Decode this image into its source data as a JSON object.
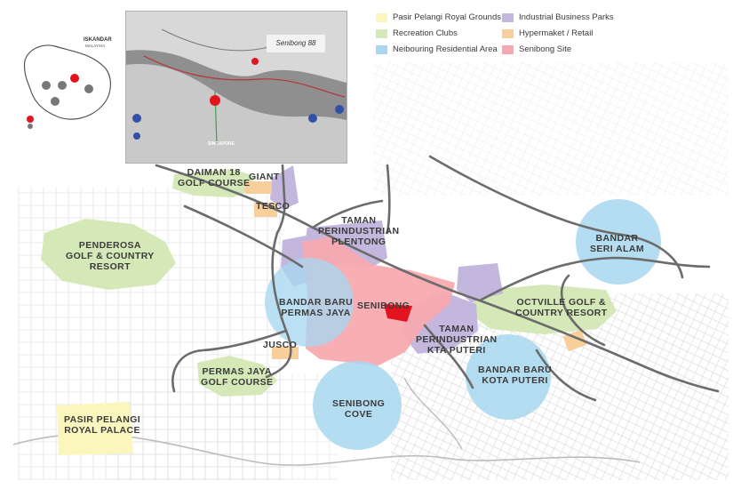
{
  "legend": [
    {
      "label": "Pasir Pelangi Royal Grounds",
      "color": "#fbf6bd"
    },
    {
      "label": "Industrial Business Parks",
      "color": "#c3b7dd"
    },
    {
      "label": "Recreation Clubs",
      "color": "#d5e8b8"
    },
    {
      "label": "Hypermaket / Retail",
      "color": "#f8cf9b"
    },
    {
      "label": "Neibouring Residential Area",
      "color": "#a8d7ef"
    },
    {
      "label": "Senibong Site",
      "color": "#f7a8ae"
    }
  ],
  "labels": {
    "daiman": [
      "DAIMAN 18",
      "GOLF COURSE"
    ],
    "giant": [
      "GIANT"
    ],
    "tesco": [
      "TESCO"
    ],
    "plentong": [
      "TAMAN",
      "PERINDUSTRIAN",
      "PLENTONG"
    ],
    "seri_alam": [
      "BANDAR",
      "SERI ALAM"
    ],
    "penderosa": [
      "PENDEROSA",
      "GOLF & COUNTRY",
      "RESORT"
    ],
    "permas_jaya": [
      "BANDAR BARU",
      "PERMAS JAYA"
    ],
    "senibong": [
      "SENIBONG"
    ],
    "octville": [
      "OCTVILLE GOLF &",
      "COUNTRY RESORT"
    ],
    "jusco": [
      "JUSCO"
    ],
    "kota_puteri_ind": [
      "TAMAN",
      "PERINDUSTRIAN",
      "KTA PUTERI"
    ],
    "kota_puteri": [
      "BANDAR BARU",
      "KOTA PUTERI"
    ],
    "permas_golf": [
      "PERMAS JAYA",
      "GOLF COURSE"
    ],
    "senibong_cove": [
      "SENIBONG",
      "COVE"
    ],
    "pasir_pelangi": [
      "PASIR PELANGI",
      "ROYAL PALACE"
    ]
  },
  "inset": {
    "brand": "Senibong 88",
    "singapore": "SINGAPORE",
    "iskandar": "ISKANDAR",
    "iskandar_sub": "MALAYSIA"
  },
  "colors": {
    "road": "#6b6b6b",
    "street": "#cfcfcf",
    "residential": "#a8d7ef",
    "recreation": "#d5e8b8",
    "industrial": "#c3b7dd",
    "retail": "#f8cf9b",
    "site": "#f7a8ae",
    "site_marker": "#e3141f",
    "royal": "#fbf6bd"
  }
}
